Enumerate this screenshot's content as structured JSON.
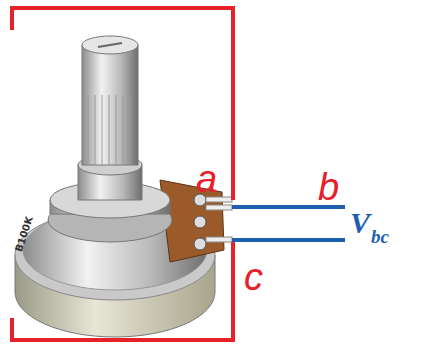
{
  "diagram": {
    "labels": [
      "a",
      "b",
      "c",
      "V",
      "bc",
      "B100K"
    ]
  }
}
